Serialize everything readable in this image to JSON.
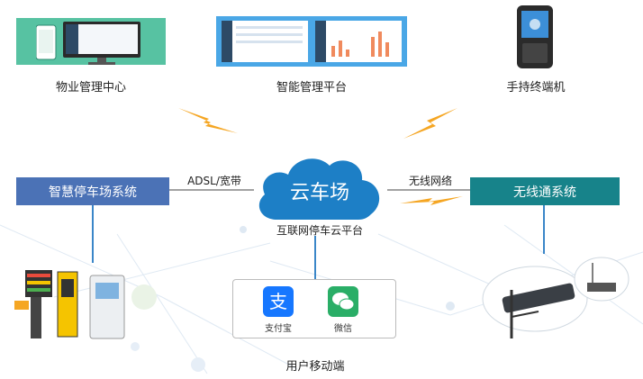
{
  "top": {
    "property_center": "物业管理中心",
    "smart_platform": "智能管理平台",
    "handheld": "手持终端机"
  },
  "left_box": "智慧停车场系统",
  "right_box": "无线通系统",
  "cloud": {
    "title": "云车场",
    "subtitle": "互联网停车云平台"
  },
  "connections": {
    "left": "ADSL/宽带",
    "right": "无线网络"
  },
  "mobile": {
    "label": "用户移动端",
    "alipay": "支付宝",
    "wechat": "微信"
  },
  "colors": {
    "left_box": "#4b72b6",
    "right_box": "#17838a",
    "cloud": "#1d7fc6",
    "lightning": "#f5a623",
    "alipay": "#1677ff",
    "wechat": "#2aae67"
  }
}
